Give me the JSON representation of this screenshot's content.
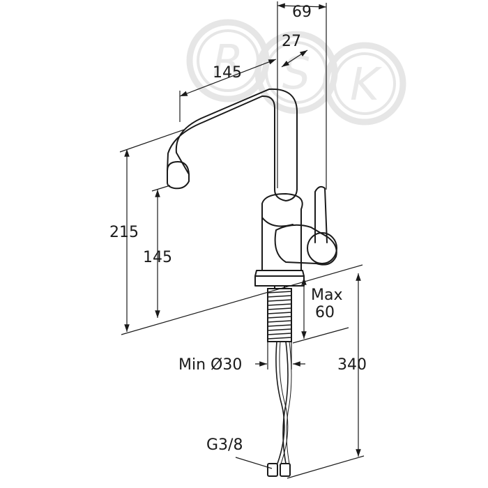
{
  "watermark": {
    "letters": [
      "R",
      "S",
      "K"
    ]
  },
  "dimensions": {
    "top_width": "69",
    "spout_tip_offset": "27",
    "spout_reach": "145",
    "total_height": "215",
    "spout_height": "145",
    "max_thickness_line1": "Max",
    "max_thickness_line2": "60",
    "min_hole": "Min Ø30",
    "hose_length": "340",
    "connection": "G3/8"
  },
  "colors": {
    "line": "#1a1a1a",
    "watermark": "#e6e6e6"
  }
}
